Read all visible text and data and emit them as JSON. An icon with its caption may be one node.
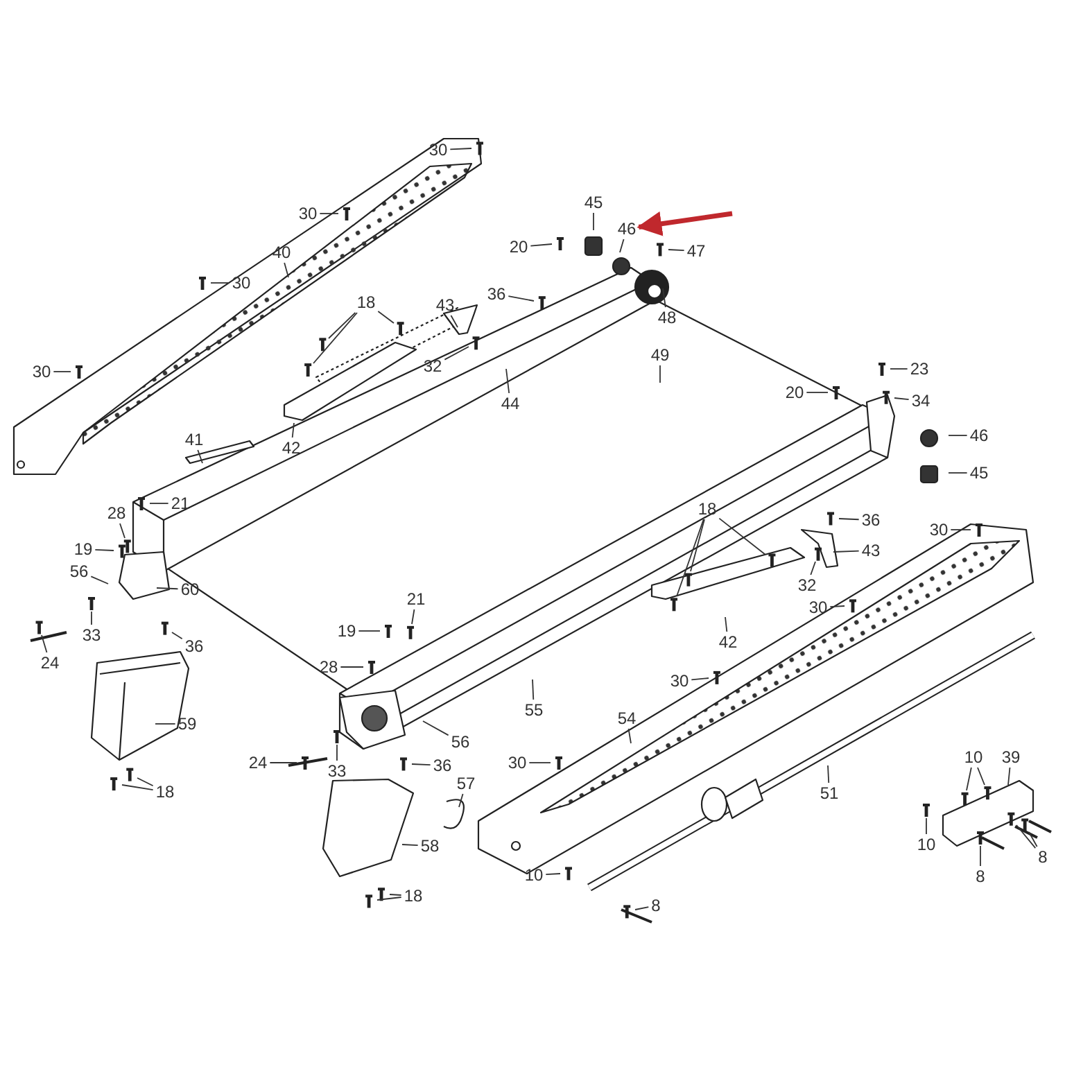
{
  "diagram": {
    "nodes": [
      {
        "text": [
          "30"
        ]
      },
      {
        "text": [
          "45"
        ]
      },
      {
        "text": [
          "46"
        ]
      },
      {
        "text": [
          "47"
        ]
      },
      {
        "text": [
          "30"
        ]
      },
      {
        "text": [
          "20"
        ]
      },
      {
        "text": [
          "30"
        ]
      },
      {
        "text": [
          "40"
        ]
      },
      {
        "text": [
          "18"
        ]
      },
      {
        "text": [
          "43"
        ]
      },
      {
        "text": [
          "36"
        ]
      },
      {
        "text": [
          "48"
        ]
      },
      {
        "text": [
          "32"
        ]
      },
      {
        "text": [
          "44"
        ]
      },
      {
        "text": [
          "49"
        ]
      },
      {
        "text": [
          "30"
        ]
      },
      {
        "text": [
          "23"
        ]
      },
      {
        "text": [
          "20"
        ]
      },
      {
        "text": [
          "34"
        ]
      },
      {
        "text": [
          "42"
        ]
      },
      {
        "text": [
          "41"
        ]
      },
      {
        "text": [
          "46"
        ]
      },
      {
        "text": [
          "45"
        ]
      },
      {
        "text": [
          "21"
        ]
      },
      {
        "text": [
          "28"
        ]
      },
      {
        "text": [
          "36"
        ]
      },
      {
        "text": [
          "43"
        ]
      },
      {
        "text": [
          "30"
        ]
      },
      {
        "text": [
          "18"
        ]
      },
      {
        "text": [
          "19"
        ]
      },
      {
        "text": [
          "56"
        ]
      },
      {
        "text": [
          "60"
        ]
      },
      {
        "text": [
          "32"
        ]
      },
      {
        "text": [
          "30"
        ]
      },
      {
        "text": [
          "21"
        ]
      },
      {
        "text": [
          "33"
        ]
      },
      {
        "text": [
          "36"
        ]
      },
      {
        "text": [
          "42"
        ]
      },
      {
        "text": [
          "24"
        ]
      },
      {
        "text": [
          "19"
        ]
      },
      {
        "text": [
          "28"
        ]
      },
      {
        "text": [
          "30"
        ]
      },
      {
        "text": [
          "55"
        ]
      },
      {
        "text": [
          "59"
        ]
      },
      {
        "text": [
          "56"
        ]
      },
      {
        "text": [
          "54"
        ]
      },
      {
        "text": [
          "24"
        ]
      },
      {
        "text": [
          "33"
        ]
      },
      {
        "text": [
          "36"
        ]
      },
      {
        "text": [
          "30"
        ]
      },
      {
        "text": [
          "10"
        ]
      },
      {
        "text": [
          "39"
        ]
      },
      {
        "text": [
          "57"
        ]
      },
      {
        "text": [
          "51"
        ]
      },
      {
        "text": [
          "18"
        ]
      },
      {
        "text": [
          "10"
        ]
      },
      {
        "text": [
          "8"
        ]
      },
      {
        "text": [
          "8"
        ]
      },
      {
        "text": [
          "58"
        ]
      },
      {
        "text": [
          "10"
        ]
      },
      {
        "text": [
          "8"
        ]
      },
      {
        "text": [
          "18"
        ]
      }
    ],
    "edges": [
      {
        "from": 0,
        "to": null,
        "arrow": "none"
      },
      {
        "from": 1,
        "to": null,
        "arrow": "none"
      },
      {
        "from": 2,
        "to": null,
        "arrow": "none"
      },
      {
        "from": 3,
        "to": null,
        "arrow": "none"
      },
      {
        "from": 4,
        "to": null,
        "arrow": "none"
      },
      {
        "from": 5,
        "to": null,
        "arrow": "none"
      },
      {
        "from": 6,
        "to": null,
        "arrow": "none"
      },
      {
        "from": 7,
        "to": null,
        "arrow": "none"
      },
      {
        "from": 8,
        "to": null,
        "arrow": "none"
      },
      {
        "from": 8,
        "to": null,
        "arrow": "none"
      },
      {
        "from": 8,
        "to": null,
        "arrow": "none"
      },
      {
        "from": 9,
        "to": null,
        "arrow": "none"
      },
      {
        "from": 10,
        "to": null,
        "arrow": "none"
      },
      {
        "from": 11,
        "to": null,
        "arrow": "none"
      },
      {
        "from": 12,
        "to": null,
        "arrow": "none"
      },
      {
        "from": 13,
        "to": null,
        "arrow": "none"
      },
      {
        "from": 14,
        "to": null,
        "arrow": "none"
      },
      {
        "from": 15,
        "to": null,
        "arrow": "none"
      },
      {
        "from": 16,
        "to": null,
        "arrow": "none"
      },
      {
        "from": 17,
        "to": null,
        "arrow": "none"
      },
      {
        "from": 18,
        "to": null,
        "arrow": "none"
      },
      {
        "from": 19,
        "to": null,
        "arrow": "none"
      },
      {
        "from": 20,
        "to": null,
        "arrow": "none"
      },
      {
        "from": 21,
        "to": null,
        "arrow": "none"
      },
      {
        "from": 22,
        "to": null,
        "arrow": "none"
      },
      {
        "from": 23,
        "to": null,
        "arrow": "none"
      },
      {
        "from": 24,
        "to": null,
        "arrow": "none"
      },
      {
        "from": 25,
        "to": null,
        "arrow": "none"
      },
      {
        "from": 26,
        "to": null,
        "arrow": "none"
      },
      {
        "from": 27,
        "to": null,
        "arrow": "none"
      },
      {
        "from": 28,
        "to": null,
        "arrow": "none"
      },
      {
        "from": 28,
        "to": null,
        "arrow": "none"
      },
      {
        "from": 28,
        "to": null,
        "arrow": "none"
      },
      {
        "from": 29,
        "to": null,
        "arrow": "none"
      },
      {
        "from": 30,
        "to": null,
        "arrow": "none"
      },
      {
        "from": 31,
        "to": null,
        "arrow": "none"
      },
      {
        "from": 32,
        "to": null,
        "arrow": "none"
      },
      {
        "from": 33,
        "to": null,
        "arrow": "none"
      },
      {
        "from": 34,
        "to": null,
        "arrow": "none"
      },
      {
        "from": 35,
        "to": null,
        "arrow": "none"
      },
      {
        "from": 36,
        "to": null,
        "arrow": "none"
      },
      {
        "from": 37,
        "to": null,
        "arrow": "none"
      },
      {
        "from": 38,
        "to": null,
        "arrow": "none"
      },
      {
        "from": 39,
        "to": null,
        "arrow": "none"
      },
      {
        "from": 40,
        "to": null,
        "arrow": "none"
      },
      {
        "from": 41,
        "to": null,
        "arrow": "none"
      },
      {
        "from": 42,
        "to": null,
        "arrow": "none"
      },
      {
        "from": 43,
        "to": null,
        "arrow": "none"
      },
      {
        "from": 44,
        "to": null,
        "arrow": "none"
      },
      {
        "from": 45,
        "to": null,
        "arrow": "none"
      },
      {
        "from": 46,
        "to": null,
        "arrow": "none"
      },
      {
        "from": 47,
        "to": null,
        "arrow": "none"
      },
      {
        "from": 48,
        "to": null,
        "arrow": "none"
      },
      {
        "from": 49,
        "to": null,
        "arrow": "none"
      },
      {
        "from": 50,
        "to": null,
        "arrow": "none"
      },
      {
        "from": 50,
        "to": null,
        "arrow": "none"
      },
      {
        "from": 51,
        "to": null,
        "arrow": "none"
      },
      {
        "from": 52,
        "to": null,
        "arrow": "none"
      },
      {
        "from": 53,
        "to": null,
        "arrow": "none"
      },
      {
        "from": 54,
        "to": null,
        "arrow": "none"
      },
      {
        "from": 54,
        "to": null,
        "arrow": "none"
      },
      {
        "from": 55,
        "to": null,
        "arrow": "none"
      },
      {
        "from": 56,
        "to": null,
        "arrow": "none"
      },
      {
        "from": 57,
        "to": null,
        "arrow": "none"
      },
      {
        "from": 57,
        "to": null,
        "arrow": "none"
      },
      {
        "from": 58,
        "to": null,
        "arrow": "none"
      },
      {
        "from": 59,
        "to": null,
        "arrow": "none"
      },
      {
        "from": 60,
        "to": null,
        "arrow": "none"
      },
      {
        "from": 61,
        "to": null,
        "arrow": "none"
      },
      {
        "from": 61,
        "to": null,
        "arrow": "none"
      },
      {
        "from": null,
        "to": 2,
        "arrow": "to",
        "style": "thick",
        "color": "#c0282d"
      }
    ]
  }
}
